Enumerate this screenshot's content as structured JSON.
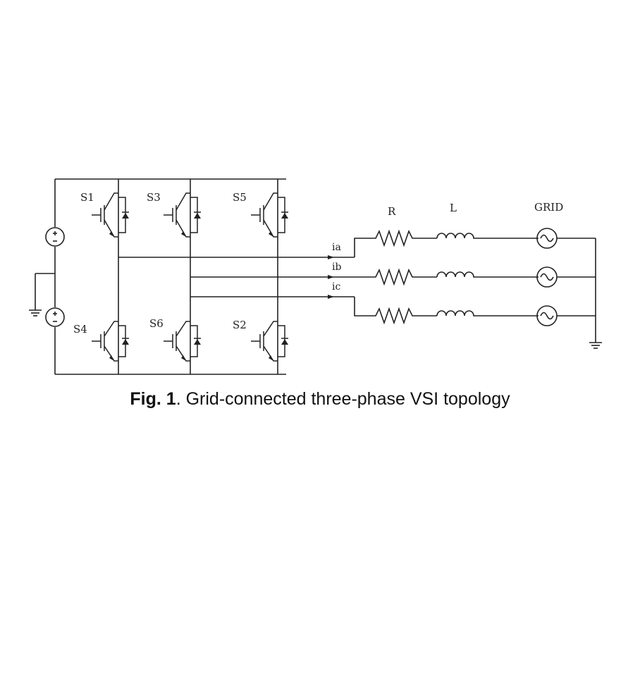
{
  "diagram": {
    "switches": [
      {
        "id": "s1",
        "label": "S1"
      },
      {
        "id": "s3",
        "label": "S3"
      },
      {
        "id": "s5",
        "label": "S5"
      },
      {
        "id": "s4",
        "label": "S4"
      },
      {
        "id": "s6",
        "label": "S6"
      },
      {
        "id": "s2",
        "label": "S2"
      }
    ],
    "currents": [
      "ia",
      "ib",
      "ic"
    ],
    "resistor_label": "R",
    "inductor_label": "L",
    "grid_label": "GRID"
  },
  "caption": {
    "figure_number": "Fig. 1",
    "text": ". Grid-connected three-phase VSI topology"
  },
  "colors": {
    "line": "#222222"
  }
}
